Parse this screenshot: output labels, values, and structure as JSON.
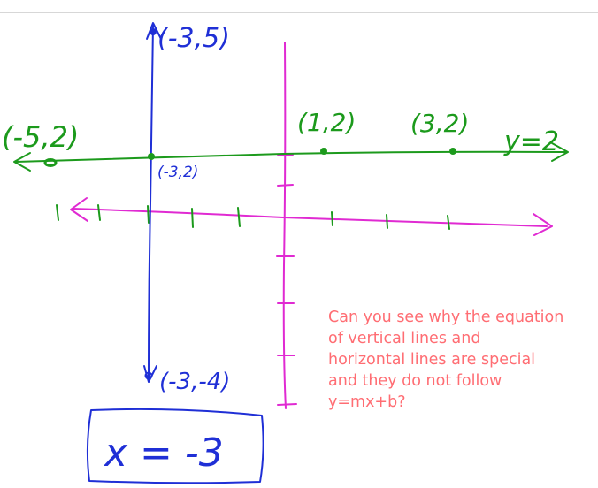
{
  "labels": {
    "point_top": "(-3,5)",
    "point_left": "(-5,2)",
    "point_center": "(-3,2)",
    "point_one_two": "(1,2)",
    "point_three_two": "(3,2)",
    "line_equation_horizontal": "y=2",
    "point_bottom": "(-3,-4)",
    "line_equation_vertical": "x = -3"
  },
  "note": {
    "lines": [
      "Can you see why the equation",
      "of vertical lines and",
      "horizontal lines are special",
      "and they do not follow",
      "y=mx+b?"
    ]
  },
  "colors": {
    "blue": "#1f2fd6",
    "green": "#1c9a1c",
    "magenta": "#e02ad2",
    "note": "#ff6d73"
  }
}
